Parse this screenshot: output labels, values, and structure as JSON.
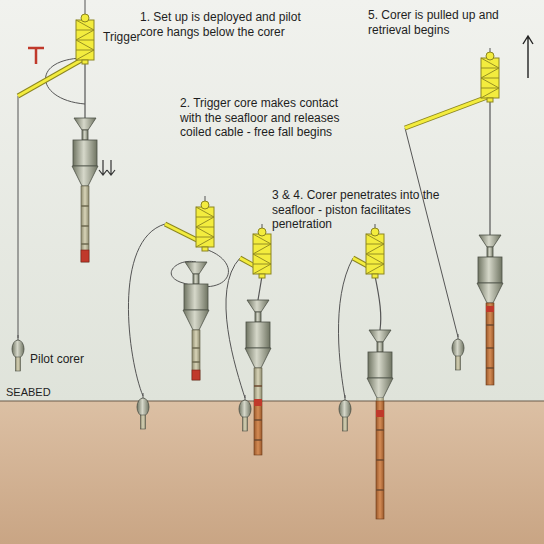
{
  "diagram": {
    "labels": [
      "1. Set up is deployed and pilot core hangs below the corer",
      "Trigger",
      "Pilot corer",
      "2. Trigger core makes contact with the seafloor and releases coiled cable - free fall begins",
      "3 & 4. Corer penetrates into the seafloor - piston facilitates penetration",
      "5. Corer is pulled up and retrieval begins",
      "SEABED"
    ]
  }
}
